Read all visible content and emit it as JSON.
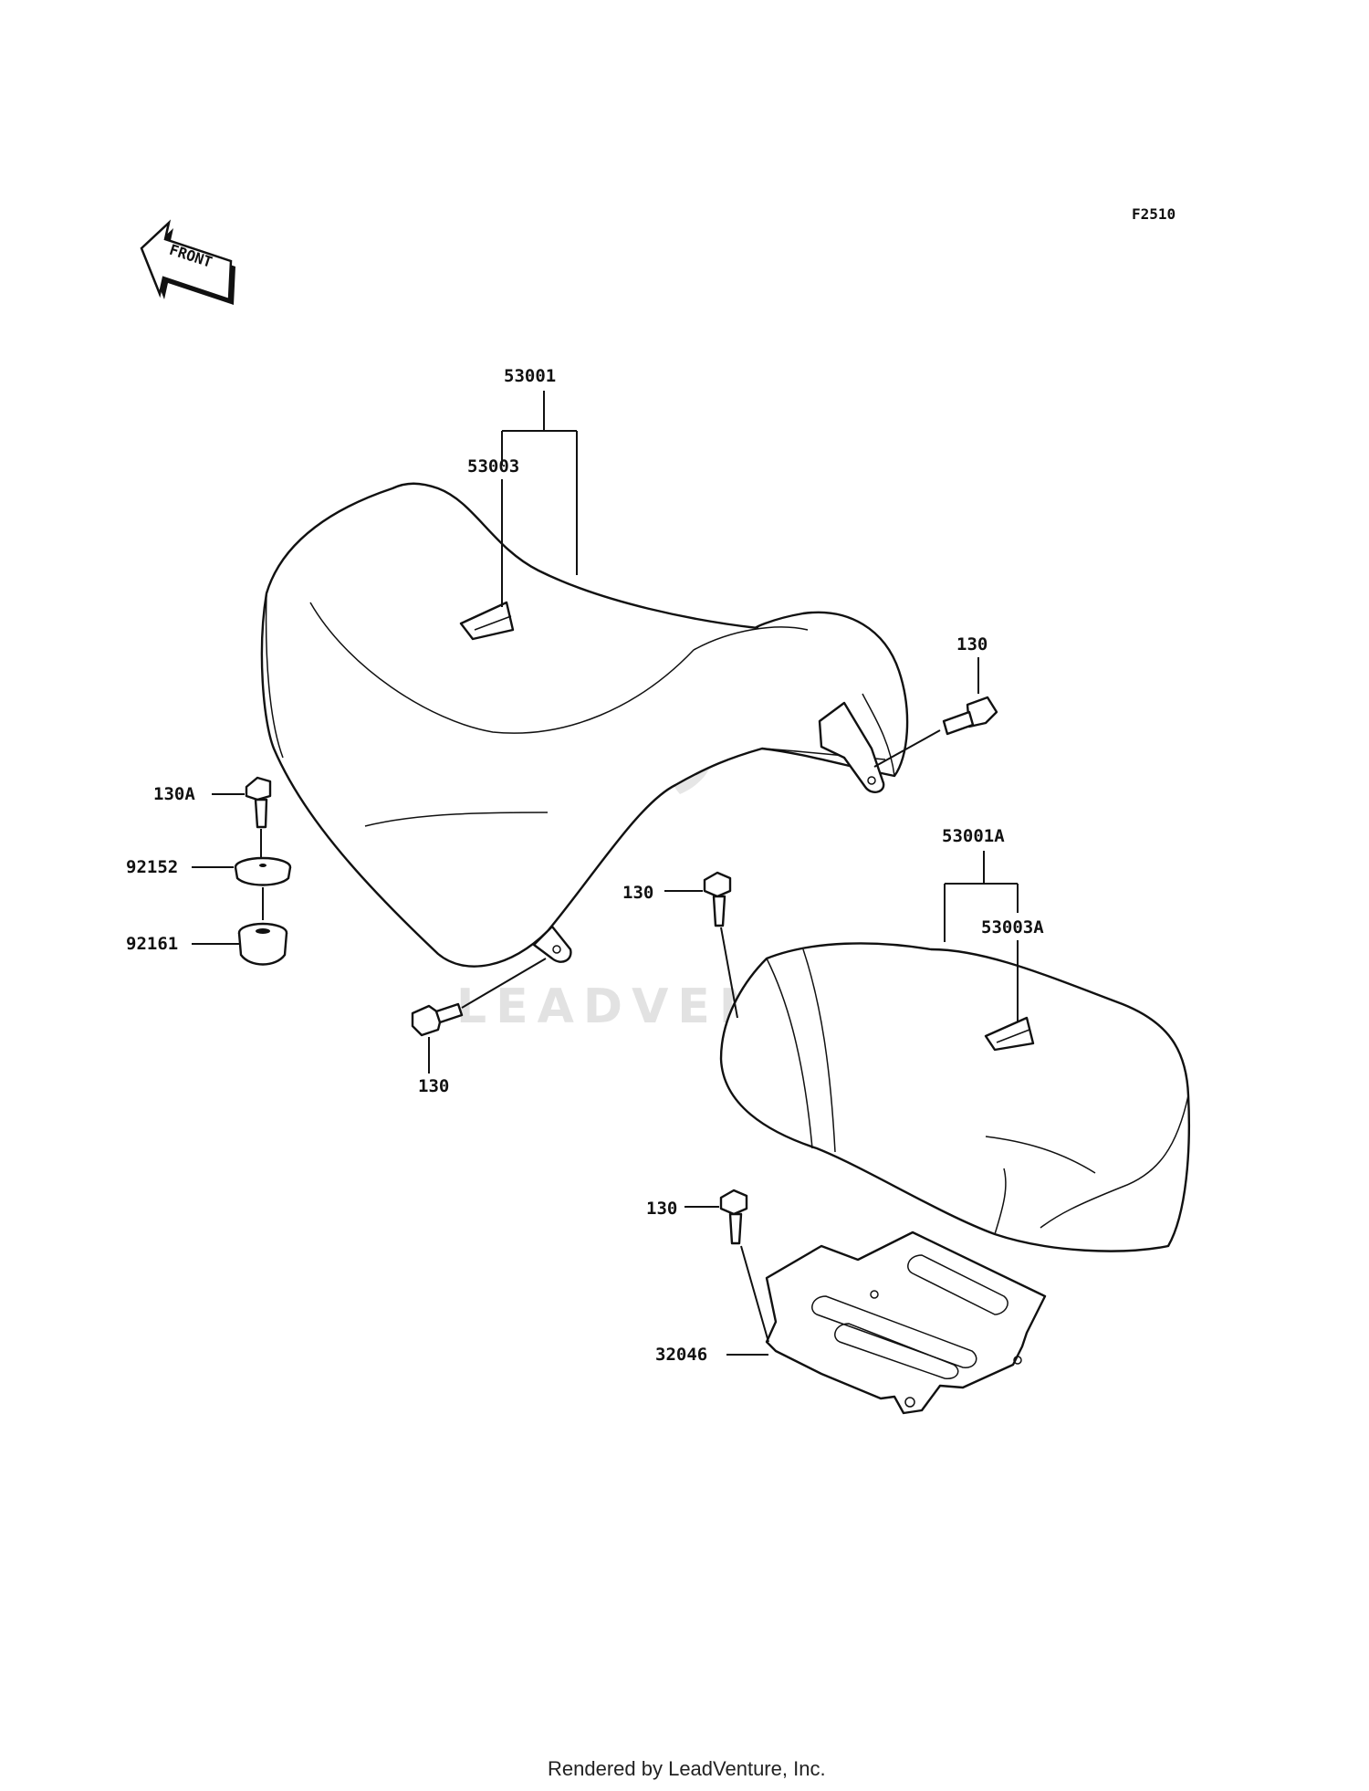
{
  "diagram": {
    "code": "F2510",
    "front_arrow": "FRONT",
    "watermark": "LEADVENTURE",
    "footer": "Rendered by LeadVenture, Inc.",
    "labels": {
      "seat_main": "53001",
      "seat_main_label": "53003",
      "seat_rear": "53001A",
      "seat_rear_label": "53003A",
      "bolt_right": "130",
      "bolt_a": "130A",
      "washer": "92152",
      "damper": "92161",
      "bolt_left": "130",
      "bolt_mid": "130",
      "bolt_lower": "130",
      "plate": "32046"
    }
  }
}
